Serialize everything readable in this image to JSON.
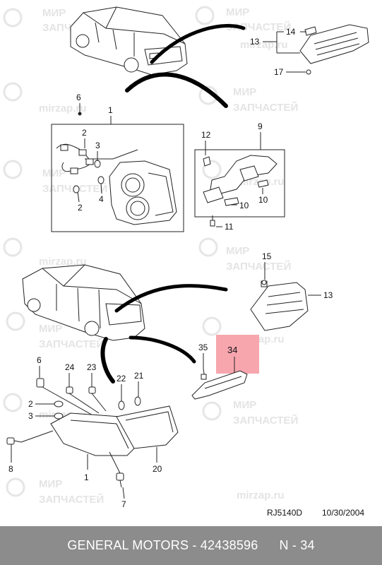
{
  "watermark": {
    "brand_line1": "МИР",
    "brand_line2": "ЗАПЧАСТЕЙ",
    "site": "mirzap.ru"
  },
  "callouts": {
    "n1": "1",
    "n2": "2",
    "n3": "3",
    "n4": "4",
    "n6": "6",
    "n7": "7",
    "n8": "8",
    "n9": "9",
    "n10": "10",
    "n11": "11",
    "n12": "12",
    "n13": "13",
    "n14": "14",
    "n15": "15",
    "n17": "17",
    "n20": "20",
    "n21": "21",
    "n22": "22",
    "n23": "23",
    "n24": "24",
    "n34": "34",
    "n35": "35"
  },
  "highlight": {
    "color": "#f7a6ae",
    "part": "34"
  },
  "drawing_code": "RJ5140D",
  "drawing_date": "10/30/2004",
  "footer": {
    "brand": "GENERAL MOTORS",
    "separator": " - ",
    "part_number": "42438596",
    "position_prefix": "N",
    "position_separator": " - ",
    "position_value": "34"
  }
}
